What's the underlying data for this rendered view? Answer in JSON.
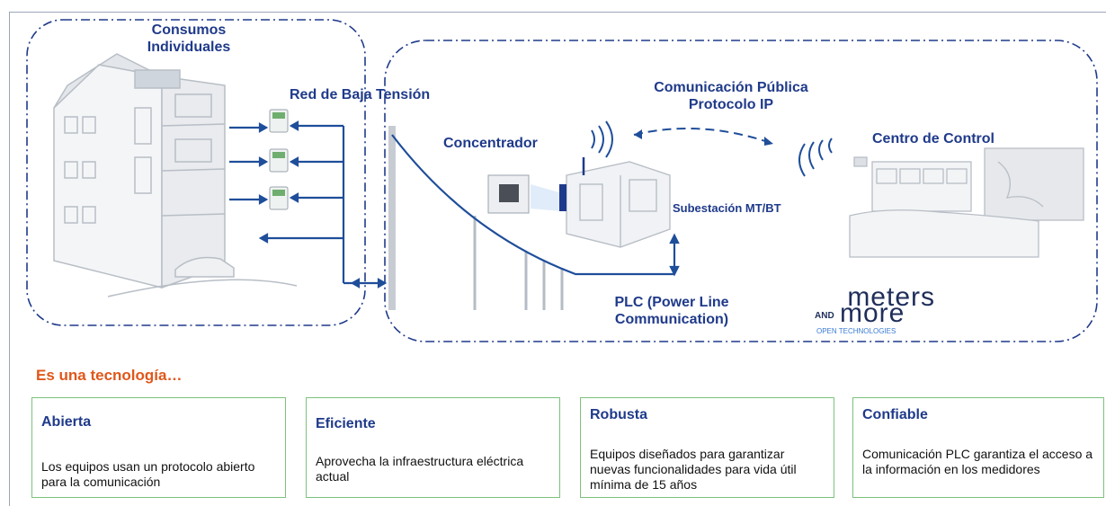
{
  "labels": {
    "consumos": "Consumos Individuales",
    "red_baja": "Red de Baja Tensión",
    "comunicacion": "Comunicación Pública Protocolo IP",
    "concentrador": "Concentrador",
    "centro": "Centro de Control",
    "subestacion": "Subestación MT/BT",
    "plc": "PLC (Power Line Communication)"
  },
  "logo": {
    "line1": "meters",
    "line2_prefix": "AND",
    "line2": "more",
    "tagline": "OPEN TECHNOLOGIES"
  },
  "section_heading": "Es una tecnología…",
  "cards": [
    {
      "title": "Abierta",
      "desc": "Los equipos usan un protocolo abierto para la comunicación"
    },
    {
      "title": "Eficiente",
      "desc": "Aprovecha la infraestructura eléctrica actual"
    },
    {
      "title": "Robusta",
      "desc": "Equipos diseñados para garantizar nuevas funcionalidades para vida útil mínima de 15 años"
    },
    {
      "title": "Confiable",
      "desc": "Comunicación PLC garantiza el acceso a la información en los medidores"
    }
  ],
  "colors": {
    "accent": "#1f3a8a",
    "orange": "#e0571a",
    "card_border": "#7cc27c",
    "line": "#1f4e9a"
  }
}
